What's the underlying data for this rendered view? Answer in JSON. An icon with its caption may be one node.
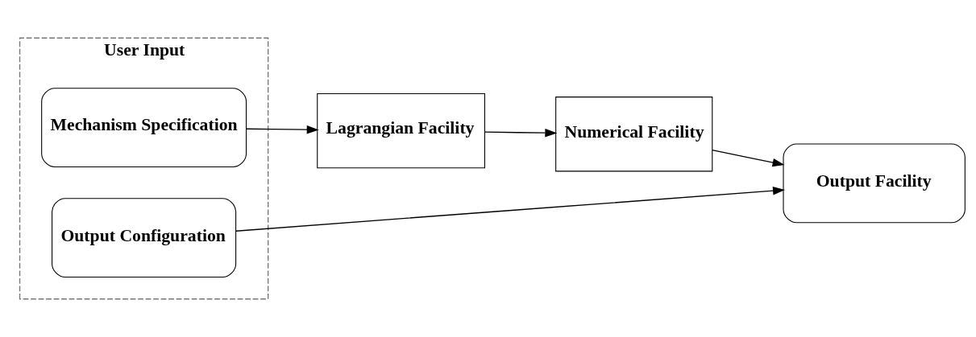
{
  "diagram": {
    "nodes": [
      {
        "text": [
          "User Input"
        ]
      },
      {
        "text": [
          "Mechanism Specification"
        ],
        "in": 0
      },
      {
        "text": [
          "Output Configuration"
        ],
        "in": 0
      },
      {
        "text": [
          "Lagrangian Facility"
        ]
      },
      {
        "text": [
          "Numerical Facility"
        ]
      },
      {
        "text": [
          "Output Facility"
        ]
      }
    ],
    "edges": [
      {
        "from": 1,
        "to": 3,
        "arrow": "to"
      },
      {
        "from": 3,
        "to": 4,
        "arrow": "to"
      },
      {
        "from": 4,
        "to": 5,
        "arrow": "to"
      },
      {
        "from": 2,
        "to": 5,
        "arrow": "to"
      }
    ]
  }
}
